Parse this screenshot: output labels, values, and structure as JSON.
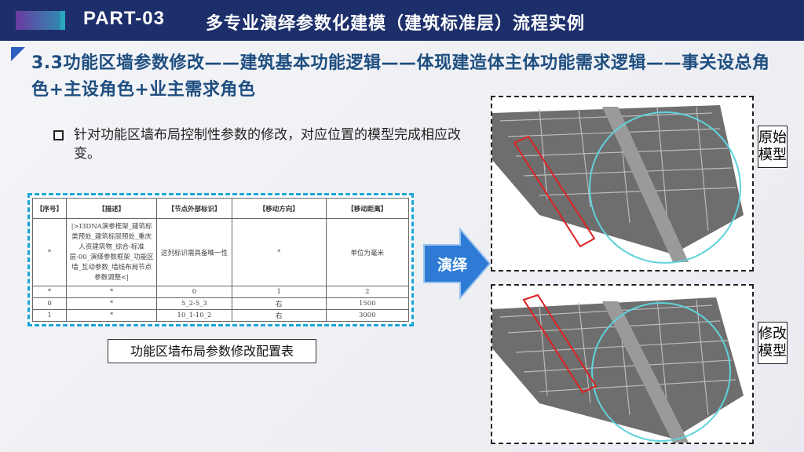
{
  "header": {
    "part": "PART-03",
    "title": "多专业演绎参数化建模（建筑标准层）流程实例"
  },
  "section_title": "3.3功能区墙参数修改——建筑基本功能逻辑——体现建造体主体功能需求逻辑——事关设总角色+主设角色+业主需求角色",
  "bullet": "针对功能区墙布局控制性参数的修改，对应位置的模型完成相应改变。",
  "table": {
    "headers": [
      "【序号】",
      "【描述】",
      "【节点外部标识】",
      "【移动方向】",
      "【移动距离】"
    ],
    "rows": [
      [
        "*",
        "|>I3DNA演参框架_建筑标类预处_建筑标层预处_重庆人资建筑物_综合-标准层-00_演绎参数框架_功能区墙_互动参数_墙线布局节点参数调整<|",
        "这列标识需具备唯一性",
        "*",
        "单位为毫米"
      ],
      [
        "*",
        "*",
        "0",
        "1",
        "2"
      ],
      [
        "0",
        "*",
        "5_2-5_3",
        "右",
        "1500"
      ],
      [
        "1",
        "*",
        "10_1-10_2",
        "右",
        "3000"
      ]
    ]
  },
  "caption": "功能区墙布局参数修改配置表",
  "arrow_label": "演绎",
  "labels": {
    "original": "原始模型",
    "modified": "修改模型"
  },
  "colors": {
    "header_bg": "#1d2f6b",
    "title": "#1f4e80",
    "accent": "#2e7bd6",
    "dash": "#1aa6d8",
    "highlight_circle": "#5fd3dc",
    "highlight_rect": "#e02020"
  }
}
